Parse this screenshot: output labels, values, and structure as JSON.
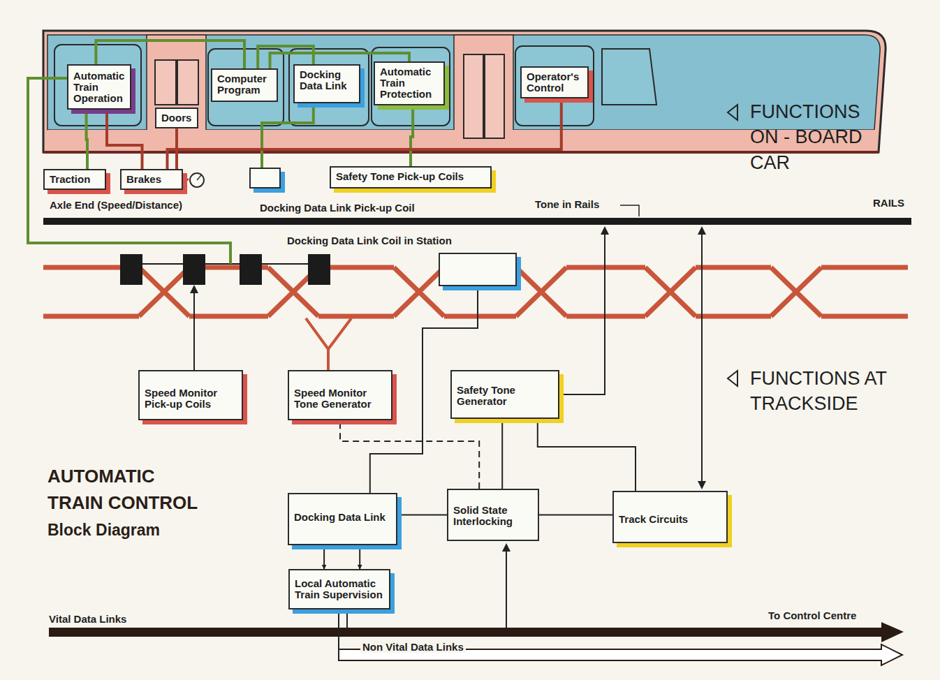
{
  "diagram": {
    "title": "AUTOMATIC TRAIN CONTROL",
    "nodes": [
      {
        "text": [
          "Automatic Train Operation"
        ]
      },
      {
        "text": [
          "Doors"
        ]
      },
      {
        "text": [
          "Computer Program"
        ]
      },
      {
        "text": [
          "Docking Data Link"
        ]
      },
      {
        "text": [
          "Automatic Train Protection"
        ]
      },
      {
        "text": [
          "Operator's Control"
        ]
      },
      {
        "text": [
          "Traction"
        ]
      },
      {
        "text": [
          "Brakes"
        ]
      },
      {
        "text": [
          "Axle End (Speed/Distance)"
        ]
      },
      {
        "text": [
          "Docking Data Link Pick-up Coil"
        ]
      },
      {
        "text": [
          "Safety Tone Pick-up Coils"
        ]
      },
      {
        "text": [
          "Docking Data Link Coil in Station"
        ]
      },
      {
        "text": [
          "Speed Monitor Pick-up Coils"
        ]
      },
      {
        "text": [
          "Speed Monitor Tone Generator"
        ]
      },
      {
        "text": [
          "Safety Tone Generator"
        ]
      },
      {
        "text": [
          "Docking Data Link"
        ]
      },
      {
        "text": [
          "Solid State Interlocking"
        ]
      },
      {
        "text": [
          "Track Circuits"
        ]
      },
      {
        "text": [
          "Local Automatic Train Supervision"
        ]
      }
    ],
    "edges": [
      {
        "from": 0,
        "to": 2,
        "arrow": "none"
      },
      {
        "from": 3,
        "to": 2,
        "arrow": "none"
      },
      {
        "from": 4,
        "to": 2,
        "arrow": "none"
      },
      {
        "from": 0,
        "to": 6,
        "arrow": "none"
      },
      {
        "from": 0,
        "to": 7,
        "arrow": "none"
      },
      {
        "from": 3,
        "to": 9,
        "arrow": "none"
      },
      {
        "from": 4,
        "to": 10,
        "arrow": "none"
      },
      {
        "from": 5,
        "to": 7,
        "arrow": "none"
      },
      {
        "from": 1,
        "to": 7,
        "arrow": "none"
      },
      {
        "from": 7,
        "to": 8,
        "arrow": "none"
      },
      {
        "from": 15,
        "to": 11,
        "arrow": "to"
      },
      {
        "from": 16,
        "to": 13,
        "arrow": "to"
      },
      {
        "from": 16,
        "to": 14,
        "arrow": "to"
      },
      {
        "from": 17,
        "to": 14,
        "arrow": "to"
      },
      {
        "from": 16,
        "to": 15,
        "arrow": "none"
      },
      {
        "from": 16,
        "to": 17,
        "arrow": "none"
      },
      {
        "from": 18,
        "to": 15,
        "arrow": "both"
      },
      {
        "from": 18,
        "to": 15,
        "arrow": "both"
      }
    ],
    "labels": [
      "FUNCTIONS ON - BOARD CAR",
      "Tone in Rails",
      "RAILS",
      "FUNCTIONS AT TRACKSIDE",
      "Block Diagram",
      "Vital Data Links",
      "To Control Centre",
      "Non Vital Data Links"
    ]
  }
}
